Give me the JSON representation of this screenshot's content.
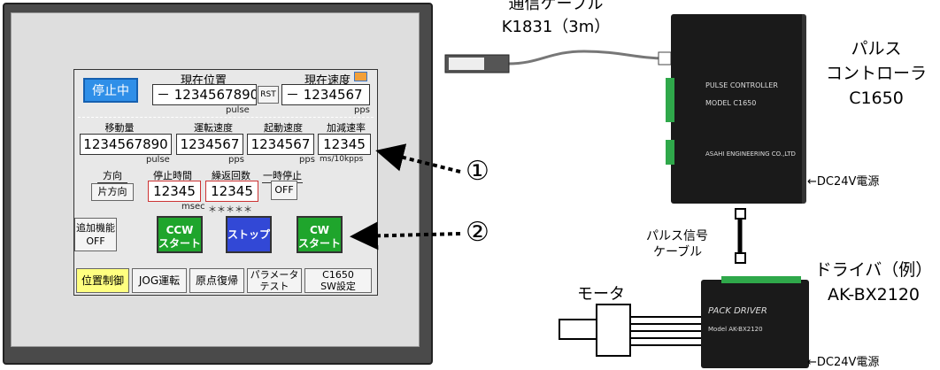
{
  "screen": {
    "status_button": "停止中",
    "current_position_label": "現在位置",
    "current_position_value": "－ 1234567890",
    "reset_button": "RST",
    "position_unit": "pulse",
    "current_speed_label": "現在速度",
    "current_speed_value": "－ 1234567",
    "speed_unit": "pps",
    "move_amount_label": "移動量",
    "move_amount_value": "1234567890",
    "move_amount_unit": "pulse",
    "run_speed_label": "運転速度",
    "run_speed_value": "1234567",
    "run_speed_unit": "pps",
    "start_speed_label": "起動速度",
    "start_speed_value": "1234567",
    "start_speed_unit": "pps",
    "accel_label": "加減速率",
    "accel_value": "12345",
    "accel_unit": "ms/10kpps",
    "direction_label": "方向",
    "direction_button": "片方向",
    "stop_time_label": "停止時間",
    "stop_time_value": "12345",
    "stop_time_unit": "msec",
    "repeat_label": "繰返回数",
    "repeat_value": "12345",
    "repeat_stars": "＊＊＊＊＊",
    "pause_label": "一時停止",
    "pause_button": "OFF",
    "extra_line1": "追加機能",
    "extra_line2": "OFF",
    "ccw_line1": "CCW",
    "ccw_line2": "スタート",
    "stop_button": "ストップ",
    "cw_line1": "CW",
    "cw_line2": "スタート",
    "tabs": [
      {
        "l1": "位置制御",
        "l2": ""
      },
      {
        "l1": "JOG運転",
        "l2": ""
      },
      {
        "l1": "原点復帰",
        "l2": ""
      },
      {
        "l1": "パラメータ",
        "l2": "テスト"
      },
      {
        "l1": "C1650",
        "l2": "SW設定"
      }
    ]
  },
  "callouts": {
    "one": "①",
    "two": "②"
  },
  "cable": {
    "line1": "通信ケーブル",
    "line2": "K1831（3m）"
  },
  "controller": {
    "name_line1": "パルス",
    "name_line2": "コントローラ",
    "name_line3": "C1650",
    "panel_text": "PULSE CONTROLLER",
    "model_text": "MODEL C1650",
    "maker_text": "ASAHI ENGINEERING CO.,LTD",
    "power": "←DC24V電源"
  },
  "signal_cable": {
    "line1": "パルス信号",
    "line2": "ケーブル"
  },
  "driver": {
    "name_line1": "ドライバ（例）",
    "name_line2": "AK-BX2120",
    "panel_text": "PACK DRIVER",
    "model_text": "Model AK-BX2120",
    "power": "←DC24V電源"
  },
  "motor": {
    "label": "モータ"
  },
  "colors": {
    "status_blue": "#2f8fe8",
    "ccw_green": "#1fa52c",
    "stop_blue": "#3248d6",
    "cw_green": "#1fa52c",
    "tab_yellow": "#ffff80"
  }
}
